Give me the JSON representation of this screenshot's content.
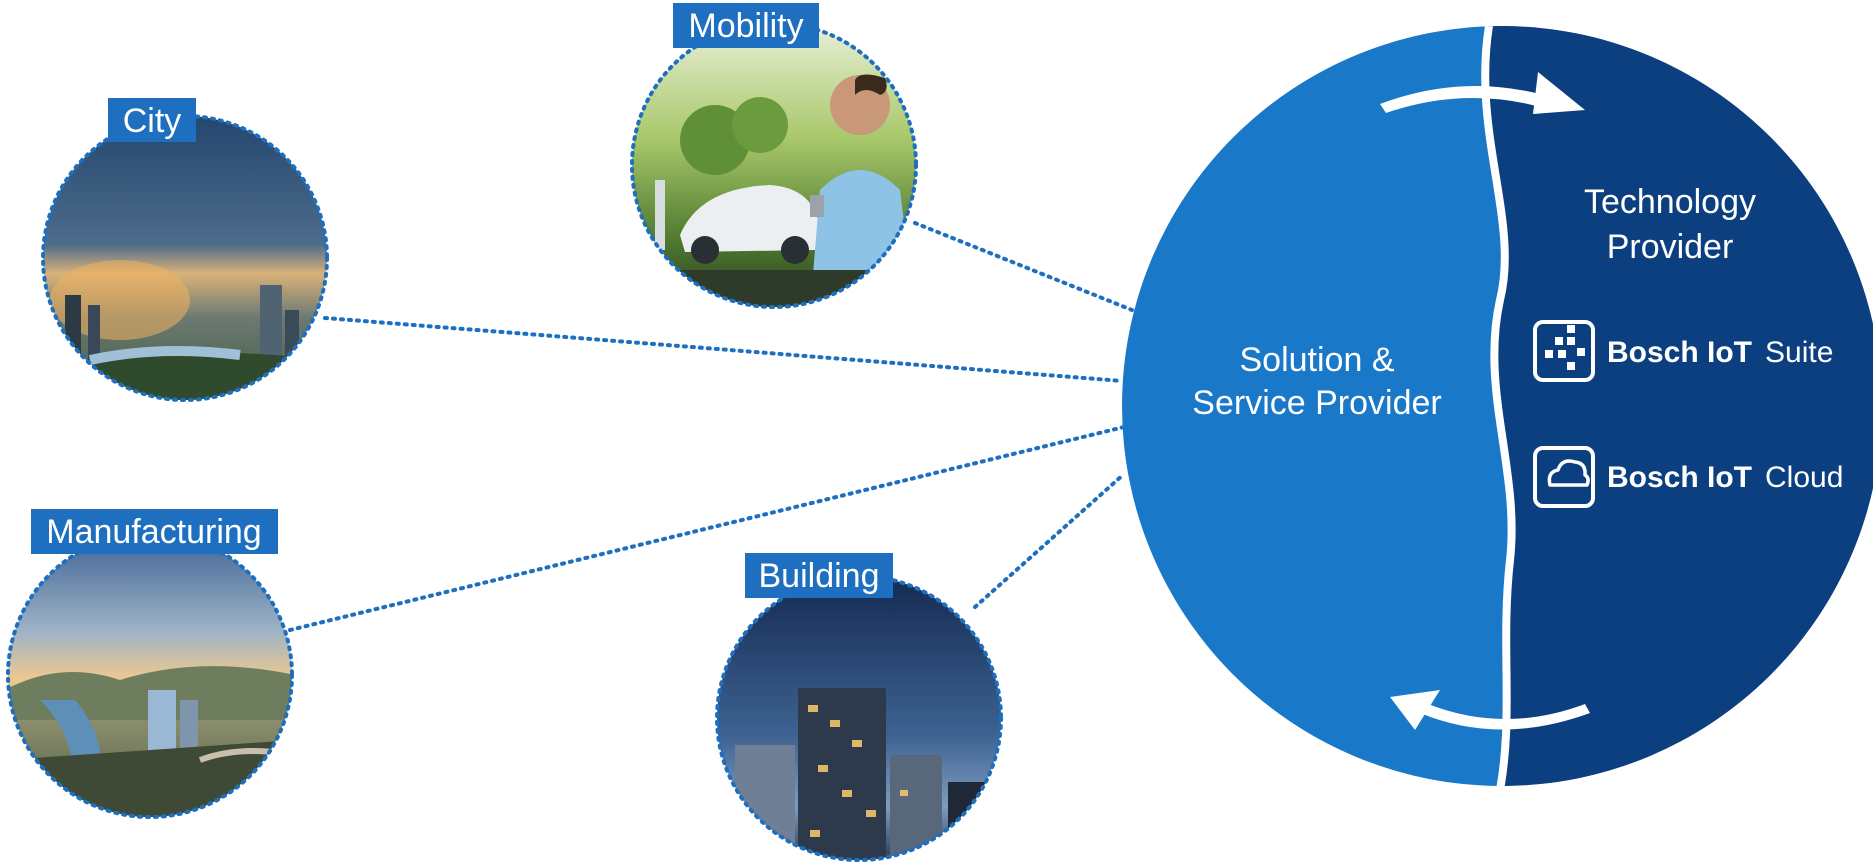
{
  "domains": [
    {
      "key": "city",
      "label": "City"
    },
    {
      "key": "mobility",
      "label": "Mobility"
    },
    {
      "key": "manufacturing",
      "label": "Manufacturing"
    },
    {
      "key": "building",
      "label": "Building"
    }
  ],
  "hub": {
    "left": {
      "line1": "Solution &",
      "line2": "Service Provider"
    },
    "right": {
      "title_line1": "Technology",
      "title_line2": "Provider",
      "products": [
        {
          "icon": "grid-icon",
          "brand": "Bosch IoT",
          "name": "Suite"
        },
        {
          "icon": "cloud-icon",
          "brand": "Bosch IoT",
          "name": "Cloud"
        }
      ]
    }
  },
  "colors": {
    "left_half": "#1a78c8",
    "right_half": "#0b3f80",
    "tag": "#1e6fbf",
    "dotted": "#1d6fc0"
  }
}
